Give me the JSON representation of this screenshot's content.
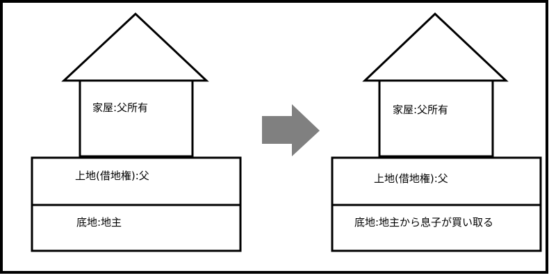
{
  "before": {
    "house_label": "家屋:父所有",
    "leasehold_label": "上地(借地権):父",
    "land_label": "底地:地主"
  },
  "after": {
    "house_label": "家屋:父所有",
    "leasehold_label": "上地(借地権):父",
    "land_label": "底地:地主から息子が買い取る"
  },
  "colors": {
    "line": "#000000",
    "arrow": "#808080"
  }
}
